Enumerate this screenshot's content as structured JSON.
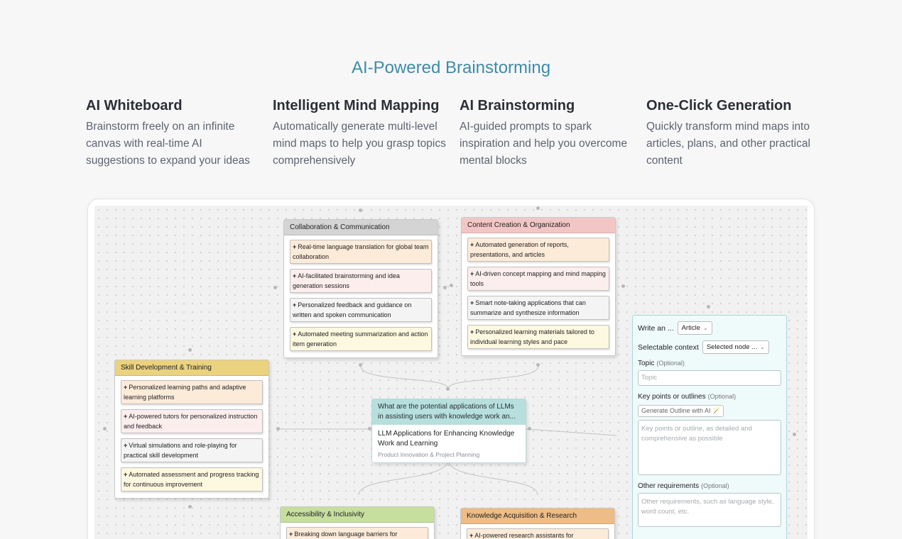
{
  "section_title": "AI-Powered Brainstorming",
  "features": [
    {
      "title": "AI Whiteboard",
      "desc": "Brainstorm freely on an infinite canvas with real-time AI suggestions to expand your ideas"
    },
    {
      "title": "Intelligent Mind Mapping",
      "desc": "Automatically generate multi-level mind maps to help you grasp topics comprehensively"
    },
    {
      "title": "AI Brainstorming",
      "desc": "AI-guided prompts to spark inspiration and help you overcome mental blocks"
    },
    {
      "title": "One-Click Generation",
      "desc": "Quickly transform mind maps into articles, plans, and other practical content"
    }
  ],
  "mindmap": {
    "center": {
      "question": "What are the potential applications of LLMs in assisting users with knowledge work an...",
      "title": "LLM Applications for Enhancing Knowledge Work and Learning",
      "subtitle": "Product Innovation & Project Planning"
    },
    "nodes": [
      {
        "title": "Collaboration & Communication",
        "header_color": "#d4d4d4",
        "items": [
          "Real-time language translation for global team collaboration",
          "AI-facilitated brainstorming and idea generation sessions",
          "Personalized feedback and guidance on written and spoken communication",
          "Automated meeting summarization and action item generation"
        ]
      },
      {
        "title": "Content Creation & Organization",
        "header_color": "#f3c6c6",
        "items": [
          "Automated generation of reports, presentations, and articles",
          "AI-driven concept mapping and mind mapping tools",
          "Smart note-taking applications that can summarize and synthesize information",
          "Personalized learning materials tailored to individual learning styles and pace"
        ]
      },
      {
        "title": "Skill Development & Training",
        "header_color": "#ead27e",
        "items": [
          "Personalized learning paths and adaptive learning platforms",
          "AI-powered tutors for personalized instruction and feedback",
          "Virtual simulations and role-playing for practical skill development",
          "Automated assessment and progress tracking for continuous improvement"
        ]
      },
      {
        "title": "Accessibility & Inclusivity",
        "header_color": "#c6df9e",
        "items": [
          "Breaking down language barriers for"
        ]
      },
      {
        "title": "Knowledge Acquisition & Research",
        "header_color": "#eebc86",
        "items": [
          "AI-powered research assistants for"
        ]
      }
    ]
  },
  "panel": {
    "write_label": "Write an ...",
    "write_value": "Article",
    "context_label": "Selectable context",
    "context_value": "Selected node ...",
    "topic_label": "Topic",
    "topic_optional": "(Optional)",
    "topic_placeholder": "Topic",
    "keypoints_label": "Key points or outlines",
    "keypoints_optional": "(Optional)",
    "generate_btn": "Generate Outline with AI",
    "keypoints_placeholder": "Key points or outline, as detailed and comprehensive as possible",
    "other_label": "Other requirements",
    "other_optional": "(Optional)",
    "other_placeholder": "Other requirements, such as language style, word count, etc."
  }
}
